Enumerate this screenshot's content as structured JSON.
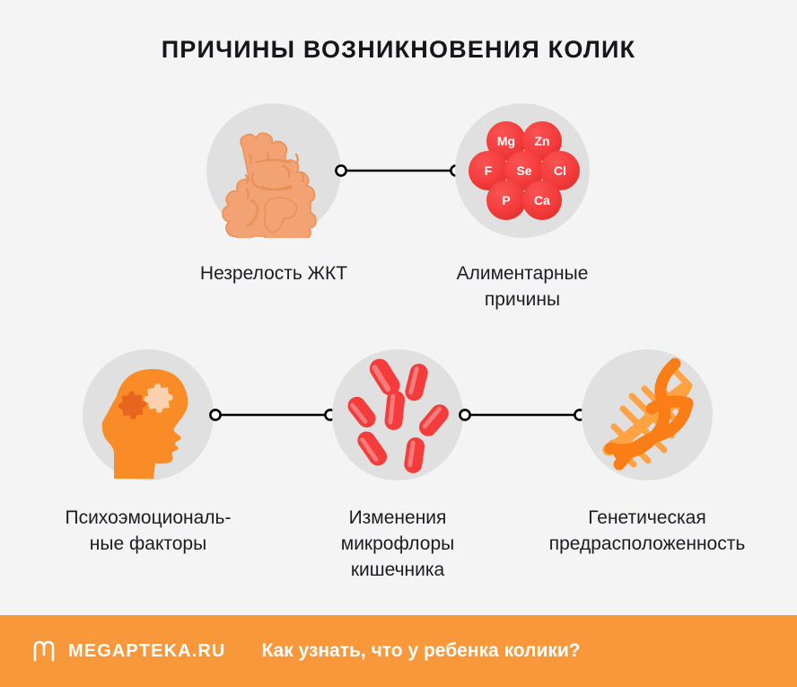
{
  "page": {
    "background_color": "#f4f4f4",
    "title": "ПРИЧИНЫ ВОЗНИКНОВЕНИЯ КОЛИК"
  },
  "colors": {
    "title_text": "#15151a",
    "label_text": "#1c1c22",
    "circle_bg": "#e0e0e0",
    "accent_red": "#f43c3c",
    "accent_orange": "#fa8c28",
    "accent_orange_light": "#ffa342",
    "intestine_orange": "#f2a273",
    "footer_orange": "#f8983a",
    "connector_line": "#000000",
    "connector_dot_fill": "#ffffff"
  },
  "nodes": [
    {
      "id": "gi-immaturity",
      "icon": "intestine-icon",
      "label": "Незрелость ЖКТ"
    },
    {
      "id": "alimentary-causes",
      "icon": "minerals-icon",
      "label": "Алиментарные\nпричины",
      "minerals": [
        {
          "symbol": "Mg"
        },
        {
          "symbol": "Zn"
        },
        {
          "symbol": "F"
        },
        {
          "symbol": "Se"
        },
        {
          "symbol": "Cl"
        },
        {
          "symbol": "P"
        },
        {
          "symbol": "Ca"
        }
      ]
    },
    {
      "id": "psychoemotional-factors",
      "icon": "head-puzzle-icon",
      "label": "Психоэмоциональ-\nные факторы"
    },
    {
      "id": "gut-microflora-changes",
      "icon": "bacteria-icon",
      "label": "Изменения\nмикрофлоры\nкишечника"
    },
    {
      "id": "genetic-predisposition",
      "icon": "dna-icon",
      "label": "Генетическая\nпредрасположенность"
    }
  ],
  "connectors": [
    {
      "id": "gi-to-alimentary"
    },
    {
      "id": "psycho-to-microflora"
    },
    {
      "id": "microflora-to-genetic"
    }
  ],
  "footer": {
    "logo_icon": "megapteka-m-logo-icon",
    "brand": "MEGAPTEKA.RU",
    "tagline": "Как узнать, что у ребенка колики?"
  }
}
